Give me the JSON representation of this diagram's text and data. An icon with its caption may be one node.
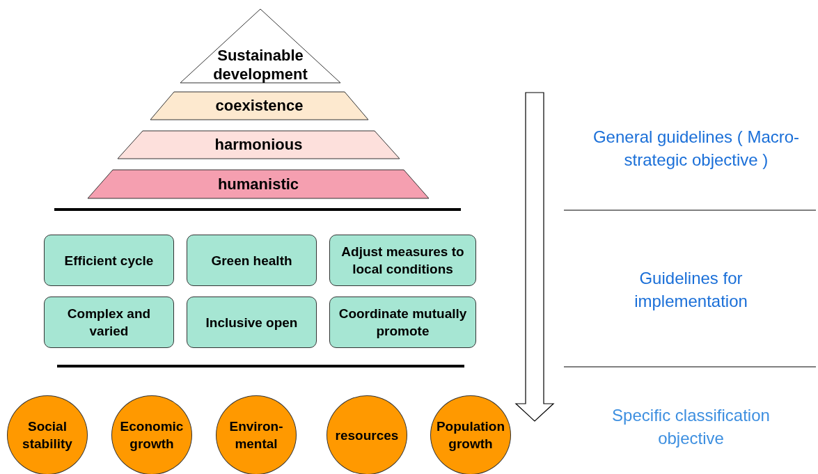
{
  "diagram": {
    "nodes": [
      {
        "text": [
          "Sustainable development"
        ]
      },
      {
        "text": [
          "coexistence"
        ]
      },
      {
        "text": [
          "harmonious"
        ]
      },
      {
        "text": [
          "humanistic"
        ]
      },
      {
        "text": [
          "Efficient cycle"
        ]
      },
      {
        "text": [
          "Green health"
        ]
      },
      {
        "text": [
          "Adjust measures to local conditions"
        ]
      },
      {
        "text": [
          "Complex and varied"
        ]
      },
      {
        "text": [
          "Inclusive open"
        ]
      },
      {
        "text": [
          "Coordinate mutually promote"
        ]
      },
      {
        "text": [
          "Social stability"
        ]
      },
      {
        "text": [
          "Economic growth"
        ]
      },
      {
        "text": [
          "Environ-mental"
        ]
      },
      {
        "text": [
          "resources"
        ]
      },
      {
        "text": [
          "Population growth"
        ]
      }
    ],
    "edges": [],
    "labels": [
      "General guidelines ( Macro-strategic objective )",
      "Guidelines for implementation",
      "Specific classification objective"
    ]
  }
}
